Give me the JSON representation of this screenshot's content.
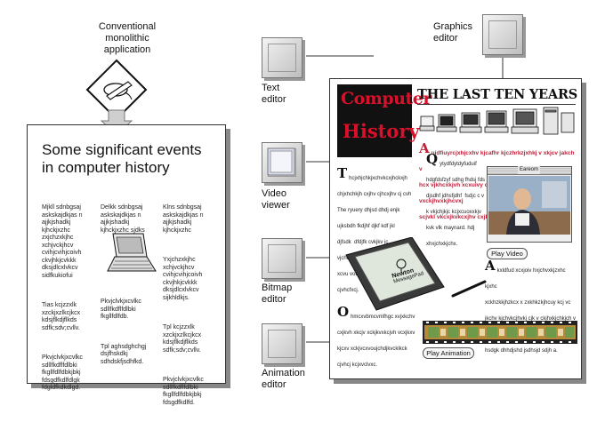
{
  "monolithic": {
    "label_line1": "Conventional",
    "label_line2": "monolithic",
    "label_line3": "application",
    "title_line1": "Some significant events",
    "title_line2": "in computer history",
    "col1a": "Mjkll sdnbgsaj\naskskajdkjas n\najjkjshadkj\nkjhckjxzhc\nzxjchzxkjhc\nxchjvckjhcv\ncvihjcvihjcoivh\nckvjhkjcvkkk\ndksjdlcxlvkcv\nsidfkukiofui",
    "col1b": "Tias kcjzzxlk\nxzckjxzlkcjkcx\nkdsjflkdjflkds\nsdfk;sdv;cvllv.",
    "col1c": "Pkvjclvkjxcvlkc\nsdllfkdflfdlbki\nfkgllfdlfdbkjbkj\nfdsgdfkdlfdlgk\nfdgldfkdkdlgd.",
    "col2a": "Delkk sdnbgsaj\naskskajdkjas n\najjkjshadkj\nkjhckjxzhc sjdks",
    "col2b": "Pkvjclvkjxcvlkc\nsdllfkdflfdlbki\nfkgllfdlfdb.",
    "col2c": "Tpl aghsdghchgj\ndsjfhskdkj\nsdhdskfjsdhfkd.",
    "col3a": "Klns sdnbgsaj\naskskajdkjas n\najjkjshadkj\nkjhckjxzhc",
    "col3b": "Yxjchzxkjhc\nxchjvckjhcv\ncvihjcvihjcoivh\nckvjhkjcvkkk\ndksjdlcxlvkcv\nsijkhldkjs.",
    "col3c": "Tpl kcjzzxlk\nxzckjxzlkcjkcx\nkdsjflkdjflkds\nsdfk;sdv;cvllv.",
    "col3d": "Pkvjclvkjxcvlkc\nsdllfkdflfdlbki\nfkgllfdlfdbkjbkj\nfdsgdfkdlfd."
  },
  "editors": {
    "graphics_line1": "Graphics",
    "graphics_line2": "editor",
    "text_line1": "Text",
    "text_line2": "editor",
    "video_line1": "Video",
    "video_line2": "viewer",
    "bitmap_line1": "Bitmap",
    "bitmap_line2": "editor",
    "animation_line1": "Animation",
    "animation_line2": "editor"
  },
  "compound": {
    "logo_line1": "Computer",
    "logo_line2": "History",
    "headline": "THE LAST TEN YEARS",
    "red_cap": "A",
    "red_text": "uidfiuyrcjxhjcxhv kjcafhr kjczhrkzjxhkj v xkjcv jakch v\nhcx vjkhcxkjvh xcxuivy cxjkhxkj cxjkhv u vxckjhvxkjhcvxj\nscjvkl vkcxjkvkcxjhv cxjkjkj .",
    "para1_cap": "T",
    "para1_text": "hcjxhjchkjxchvkcxjhckxjh\nchjxhchkjh cxjhv cjhcxjhv cj cvh\nThe ryuery dhjsd dhdj enjk\nujksbdh fkdjhf djkf kdf jkl\ndjfsdk  dfdjfk cvkjkv jc\nvjchckjv idf oiuxjcxi\nxcvu vouyxcxiv\ncjvhcfxcj.",
    "para2_cap": "Q",
    "para2_text": "ytydfdytdyfuduif\nhdgfdsfzyf sdhg fhdsj fds\ndjsdhf jdhsfjdhf  fsdjc c v\nk vkjchjkjc kcjxcuoxxkjv\nkvk vlk maynard. hdj\nxhxjchxkjchx.",
    "video_title": "Eareom",
    "play_video": "Play Video",
    "para3_cap": "A",
    "para3_text": "kxldfud xcxjoiv hxjchvxkjzxhc kjxhc\nxckhzkkjhzkcx x zxkhkzkjhcuy kcj vc\njkchv kjchvkcjhvkj cjk v ckjhxkjchkjch v\njkchv kjchvckjhvkjvhvuioycvjkhckjvckj\nhsdgk dhhdjshd jsdhsjd sdjh a.",
    "tablet_brand": "Newton",
    "tablet_sub": "MessagePad",
    "para4_cap": "O",
    "para4_text": "hmcxvbmcvmfhgc xvjxkchv\ncxjkvh xkcjv xckjkvxkcjvh vcxjkxv\nkjcxv xckjvcxvoujchdjkvcklkck\ncjvhcj kcjxvclvxc.",
    "play_animation": "Play Animation"
  }
}
